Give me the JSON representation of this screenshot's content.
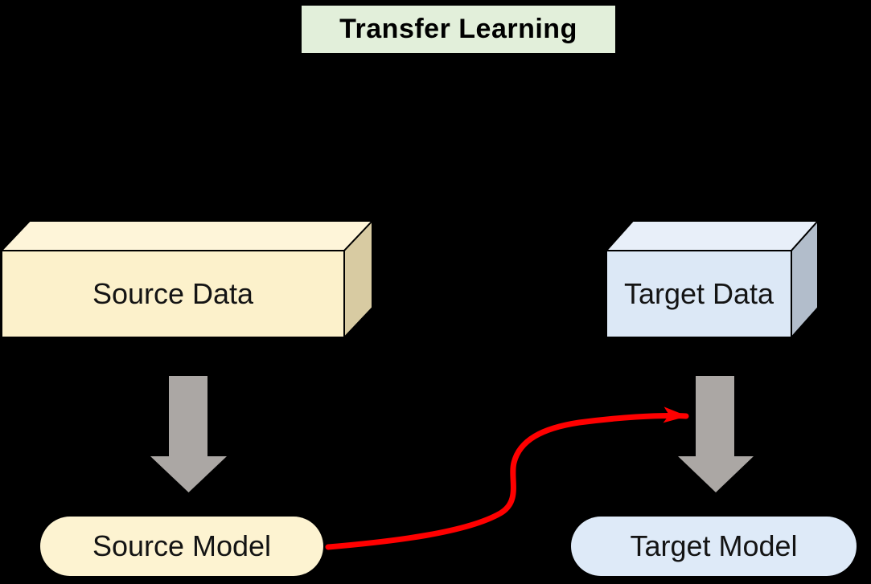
{
  "title": {
    "label": "Transfer Learning"
  },
  "diagram": {
    "nodes": {
      "source_data": {
        "label": "Source Data",
        "shape": "3d-cuboid",
        "fill": "#FCF1CB"
      },
      "target_data": {
        "label": "Target Data",
        "shape": "3d-cuboid",
        "fill": "#DCE8F6"
      },
      "source_model": {
        "label": "Source Model",
        "shape": "rounded-pill",
        "fill": "#FDF3D1"
      },
      "target_model": {
        "label": "Target Model",
        "shape": "rounded-pill",
        "fill": "#DEEAF8"
      }
    },
    "edges": [
      {
        "from": "source_data",
        "to": "source_model",
        "style": "block-arrow-down",
        "color": "#ABA7A4"
      },
      {
        "from": "target_data",
        "to": "target_model",
        "style": "block-arrow-down",
        "color": "#ABA7A4"
      },
      {
        "from": "source_model",
        "to": "target_data_arrow",
        "style": "curved-arrow",
        "color": "#FF0000"
      }
    ]
  },
  "colors": {
    "background": "#000000",
    "title_bg": "#E2EFDA",
    "cream_front": "#FCF1CB",
    "cream_top": "#FEF5D9",
    "cream_side": "#D8CBA2",
    "blue_front": "#DCE8F6",
    "blue_top": "#E8EFF9",
    "blue_side": "#B2BDCB",
    "pill_cream": "#FDF3D1",
    "pill_blue": "#DEEAF8",
    "arrow_gray": "#ABA7A4",
    "accent_red": "#FF0000"
  }
}
